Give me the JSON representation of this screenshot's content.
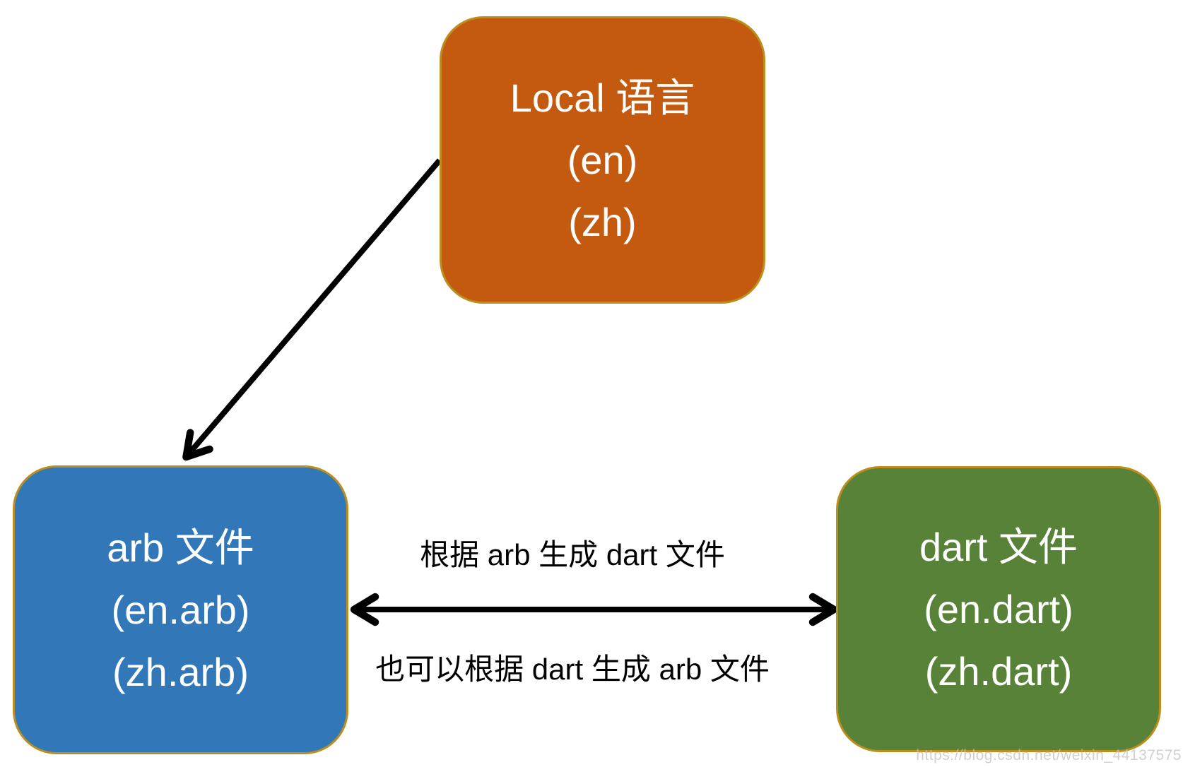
{
  "page": {
    "background": "#ffffff",
    "watermark": "https://blog.csdn.net/weixin_44137575"
  },
  "diagram": {
    "arrow_color": "#000000",
    "border_color": "#BB8E1D",
    "nodes": [
      {
        "id": "local",
        "title": "Local 语言",
        "lines": [
          "(en)",
          "(zh)"
        ],
        "fill": "#C45A10",
        "border": "#BB8E1D"
      },
      {
        "id": "arb",
        "title": "arb 文件",
        "lines": [
          "(en.arb)",
          "(zh.arb)"
        ],
        "fill": "#3278B8",
        "border": "#BB8E1D"
      },
      {
        "id": "dart",
        "title": "dart 文件",
        "lines": [
          "(en.dart)",
          "(zh.dart)"
        ],
        "fill": "#578237",
        "border": "#BB8E1D"
      }
    ],
    "edges": [
      {
        "from": "local",
        "to": "arb",
        "type": "single-arrow"
      },
      {
        "from": "arb",
        "to": "dart",
        "type": "double-arrow",
        "label_top": "根据 arb 生成 dart 文件",
        "label_bottom": "也可以根据 dart 生成 arb 文件"
      }
    ]
  }
}
